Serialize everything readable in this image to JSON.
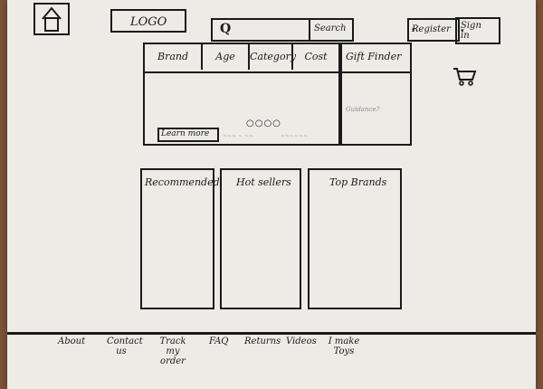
{
  "header": {
    "logo_text": "LOGO",
    "search_icon": "Q",
    "search_button": "Search",
    "register": "Register",
    "sign_in": "Sign in",
    "dropdown_icon": "▾"
  },
  "nav": {
    "items": [
      "Brand",
      "Age",
      "Category",
      "Cost"
    ],
    "gift_finder": "Gift Finder",
    "guidance": "Guidance?",
    "learn_more": "Learn more",
    "carousel_dots": "○○○○"
  },
  "columns": [
    {
      "label": "Recommended"
    },
    {
      "label": "Hot sellers"
    },
    {
      "label": "Top Brands"
    }
  ],
  "footer": {
    "items": [
      "About",
      "Contact us",
      "Track my order",
      "FAQ",
      "Returns",
      "Videos",
      "I make Toys"
    ]
  }
}
